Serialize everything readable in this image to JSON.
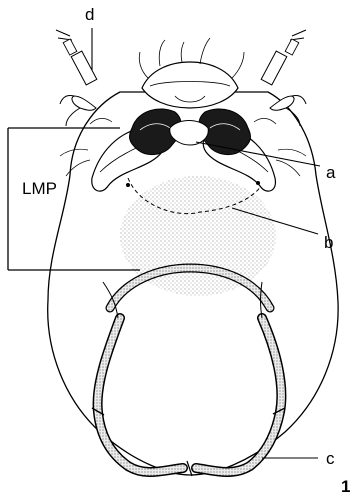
{
  "labels": {
    "d": "d",
    "a": "a",
    "b": "b",
    "c": "c",
    "lmp": "LMP",
    "figure_number": "1"
  },
  "colors": {
    "ink": "#000000",
    "capsule_fill": "#ffffff",
    "sclerite_fill": "#1a1a1a",
    "stipple": "#555555",
    "ring_fill": "#e9e9e9"
  }
}
